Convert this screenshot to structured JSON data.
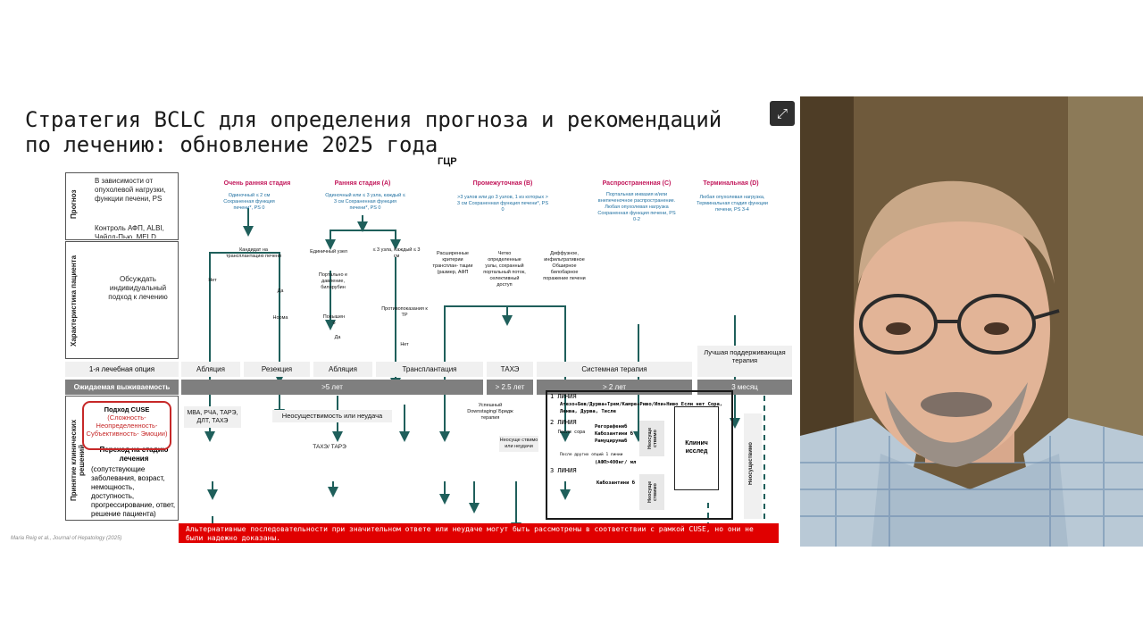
{
  "slide": {
    "title": "Стратегия BCLC для определения прогноза и рекомендаций\nпо лечению: обновление 2025 года",
    "expand_icon": "⤢",
    "top_label": "ГЦР",
    "row_labels": {
      "prognosis": "Прогноз",
      "patient": "Характеристика пациента",
      "decision": "Принятие клинических решений"
    },
    "left_text": {
      "prognosis": "В зависимости от опухолевой нагрузки, функции печени, PS",
      "control": "Контроль АФП, ALBI, Чайлд-Пью, MELD",
      "discuss": "Обсуждать индивидуальный подход к лечению",
      "first_line": "1-я лечебная опция",
      "survival": "Ожидаемая выживаемость"
    },
    "cuse": {
      "title": "Подход CUSE",
      "sub": "(Сложность- Неопределенность- Субъективность- Эмоции)"
    },
    "transition": {
      "title": "Переход на стадию лечения",
      "body": "(сопутствующие заболевания, возраст, немощность, доступность, прогрессирование, ответ, решение пациента)"
    },
    "stages": [
      {
        "name": "Очень ранняя стадия",
        "desc": "Одиночный ≤ 2 см Сохраненная функция печени*, PS 0"
      },
      {
        "name": "Ранняя стадия (A)",
        "desc": "Одиночный или ≤ 3 узла, каждый ≤ 3 см Сохраненная функция печени*, PS 0"
      },
      {
        "name": "Промежуточная (B)",
        "desc": ">3 узлов или до 3 узлов, 1 из которых > 3 см Сохраненная функция печени*, PS 0"
      },
      {
        "name": "Распространенная (C)",
        "desc": "Портальная инвазия и/или внепеченочное распространение. Любая опухолевая нагрузка Сохраненная функция печени, PS 0-2"
      },
      {
        "name": "Терминальная (D)",
        "desc": "Любая опухолевая нагрузка, Терминальная стадия функции печени, PS 3-4"
      }
    ],
    "nodes": {
      "transplant_candidate": "Кандидат на трансплантацию печени",
      "single_node": "Единичный узел",
      "three_nodes": "≤ 3 узла, Каждый ≤ 3 см",
      "portal": "Портально е давление, билирубин",
      "no": "Нет",
      "yes": "Да",
      "norm": "Норма",
      "increased": "Повышен о",
      "yes2": "Да",
      "contra": "Противопоказания к ТР",
      "no2": "Нет",
      "expanded": "Расширенные критерии трансплан- тации (размер, АФП",
      "clear_defined": "Четко определенные узлы, сохранный портальный поток, селективный доступ",
      "diffuse": "Диффузное, инфильтративное Обширное билобарное поражение печени",
      "downstaging": "Успешный Downstaging/ Бридж терапия",
      "not_feasible_short": "Неосуще ствимо или неудачи"
    },
    "options": [
      "Абляция",
      "Резекция",
      "Абляция",
      "Трансплантация",
      "ТАХЭ",
      "Системная терапия",
      "Лучшая поддерживающая терапия"
    ],
    "survival": [
      ">5 лет",
      "> 2.5 лет",
      "> 2 лет",
      "3 месяц"
    ],
    "decision": {
      "mva": "МВА, РЧА, ТАРЭ, ДЛТ, ТАХЭ",
      "not_feasible": "Неосуществимость или неудача",
      "tache_tare": "ТАХЭ/ ТАРЭ"
    },
    "lines": {
      "l1": "1 ЛИНИЯ",
      "l1_text": "Атезо+Бев/Дурва+Трем/Камре+Риво/Ипи+Ниво Если нет Сора, Ленва, Дурва, Тисле",
      "l2": "2 ЛИНИЯ",
      "after_sora": "После сора",
      "l2_drugs": "Регорафениб Кабозантини б Рамуцирумаб",
      "after_other": "После других опций 1 линии",
      "afp": "(АФП>400нг/ мл",
      "l3": "3 ЛИНИЯ",
      "l3_drug": "Кабозантини б",
      "not_feasible_v1": "Неосуще ствимо",
      "not_feasible_v2": "Неосуще ствимо",
      "clinical": "Клинич исслед",
      "not_feasible_v3": "Неосуществимо"
    },
    "banner": "Альтернативные последовательности при значительном ответе или неудаче могут быть рассмотрены в соответствии с рамкой CUSE, но они не были надежно доказаны.",
    "citation": "Maria Reig et al., Journal of Hepatology (2025)",
    "colors": {
      "arrow": "#1f5f5b",
      "stage": "#c2185b",
      "desc": "#1e6fa0",
      "banner": "#e00000"
    }
  }
}
